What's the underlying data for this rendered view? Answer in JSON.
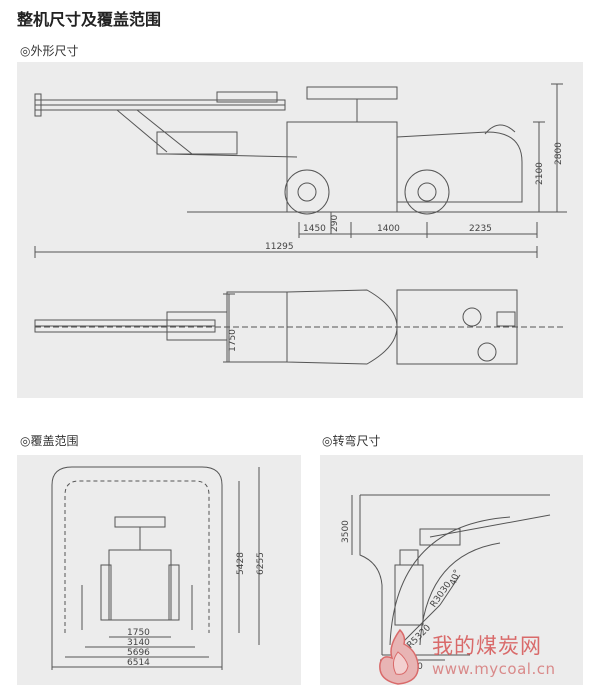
{
  "page": {
    "title": "整机尺寸及覆盖范围"
  },
  "sections": {
    "dimensions": {
      "label": "外形尺寸"
    },
    "coverage": {
      "label": "覆盖范围"
    },
    "turning": {
      "label": "转弯尺寸"
    }
  },
  "dimension_labels": {
    "overall_length": "11295",
    "front_overhang": "1450",
    "ground_clearance": "290",
    "wheelbase": "1400",
    "rear_overhang": "2235",
    "height_2100": "2100",
    "height_2800": "2800",
    "width_1750": "1750"
  },
  "coverage_labels": {
    "height_5428": "5428",
    "height_6255": "6255",
    "width_1750": "1750",
    "width_3140": "3140",
    "width_5696": "5696",
    "width_6514": "6514"
  },
  "turning_labels": {
    "height_3500": "3500",
    "width_3800": "3800",
    "inner_radius": "R3030",
    "outer_radius": "R5320",
    "angle": "40°"
  },
  "watermark": {
    "text": "我的煤炭网",
    "url": "www.mycoal.cn"
  },
  "colors": {
    "panel": "#ececec",
    "line": "#555555",
    "watermark": "#d96a6a"
  }
}
